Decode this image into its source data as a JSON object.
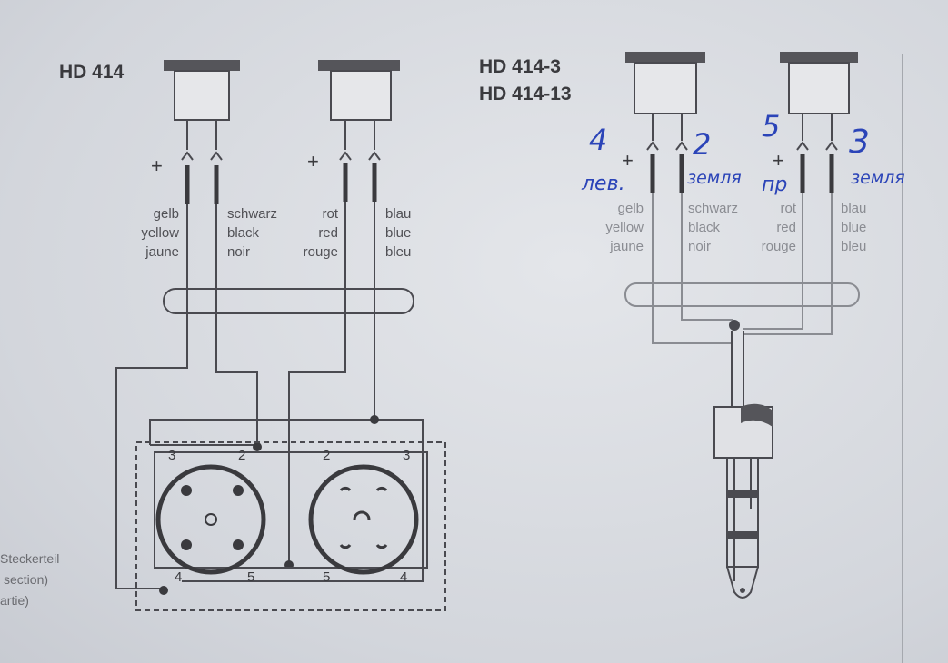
{
  "left_diagram": {
    "title": "HD 414",
    "plus_left": "+",
    "plus_right": "+",
    "wire_labels": {
      "yellow": [
        "gelb",
        "yellow",
        "jaune"
      ],
      "black": [
        "schwarz",
        "black",
        "noir"
      ],
      "red": [
        "rot",
        "red",
        "rouge"
      ],
      "blue": [
        "blau",
        "blue",
        "bleu"
      ]
    },
    "pin_numbers_top": [
      "3",
      "2",
      "2",
      "3"
    ],
    "pin_numbers_bottom": [
      "4",
      "5",
      "5",
      "4"
    ],
    "side_caption": [
      "Steckerteil",
      "section)",
      "artie)"
    ]
  },
  "right_diagram": {
    "title_line1": "HD 414-3",
    "title_line2": "HD 414-13",
    "plus_left": "+",
    "plus_right": "+",
    "wire_labels": {
      "yellow": [
        "gelb",
        "yellow",
        "jaune"
      ],
      "black": [
        "schwarz",
        "black",
        "noir"
      ],
      "red": [
        "rot",
        "red",
        "rouge"
      ],
      "blue": [
        "blau",
        "blue",
        "bleu"
      ]
    },
    "handwritten": {
      "yellow_num": "4",
      "yellow_note": "лев.",
      "black_num": "2",
      "black_note": "земля",
      "red_num": "5",
      "red_note": "пр",
      "blue_num": "3",
      "blue_note": "земля"
    }
  },
  "colors": {
    "ink": "#4a4a50",
    "handwriting": "#2b44b8",
    "paper": "#d9dce1"
  }
}
